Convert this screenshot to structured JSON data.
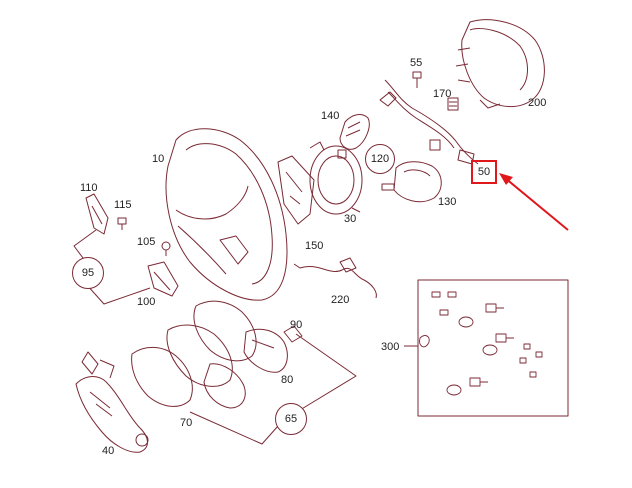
{
  "diagram": {
    "highlight_color": "#e0181b",
    "line_color": "#7a2a35",
    "highlighted_part": "50",
    "part_labels": {
      "p10": "10",
      "p30": "30",
      "p40": "40",
      "p50": "50",
      "p55": "55",
      "p70": "70",
      "p80": "80",
      "p90": "90",
      "p100": "100",
      "p105": "105",
      "p110": "110",
      "p115": "115",
      "p120": "120",
      "p130": "130",
      "p140": "140",
      "p150": "150",
      "p170": "170",
      "p200": "200",
      "p220": "220",
      "p300": "300"
    },
    "group_labels": {
      "g65": "65",
      "g95": "95",
      "g120": "120"
    }
  }
}
